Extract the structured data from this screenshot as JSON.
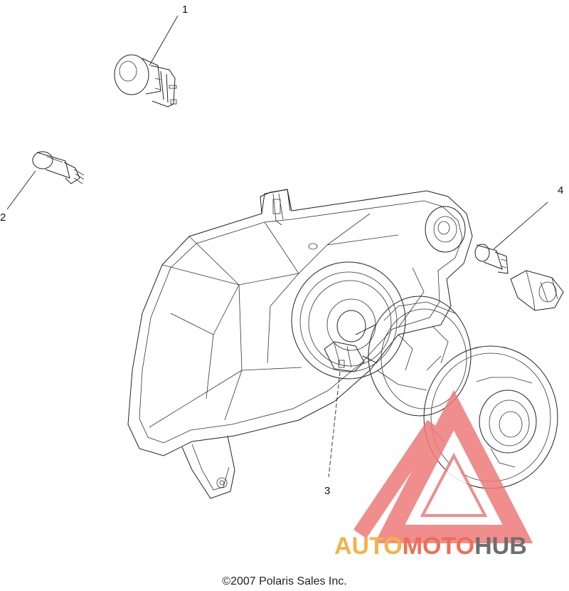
{
  "callouts": {
    "c1": "1",
    "c2": "2",
    "c3": "3",
    "c4": "4"
  },
  "copyright": "©2007 Polaris Sales Inc.",
  "watermark": {
    "part_a": "AUTO",
    "part_b": "MOTO",
    "part_c": "HUB",
    "colors": {
      "triangle": "#ee7a7a",
      "auto": "#f2b34c",
      "moto": "#ee6f55",
      "hub": "#6e6e6e"
    }
  }
}
